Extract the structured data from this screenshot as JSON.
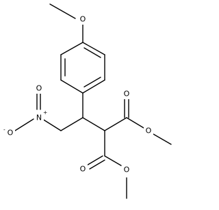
{
  "molecule": {
    "atom_labels": {
      "methoxy_top_o": "O",
      "ester_upper_carbonyl_o": "O",
      "ester_upper_ether_o": "O",
      "ester_lower_carbonyl_o": "O",
      "ester_lower_ether_o": "O",
      "nitro_n": "N",
      "nitro_o_double": "O",
      "nitro_o_single": "O"
    },
    "charges": {
      "nitro_n": "+",
      "nitro_o_single": "-"
    }
  }
}
